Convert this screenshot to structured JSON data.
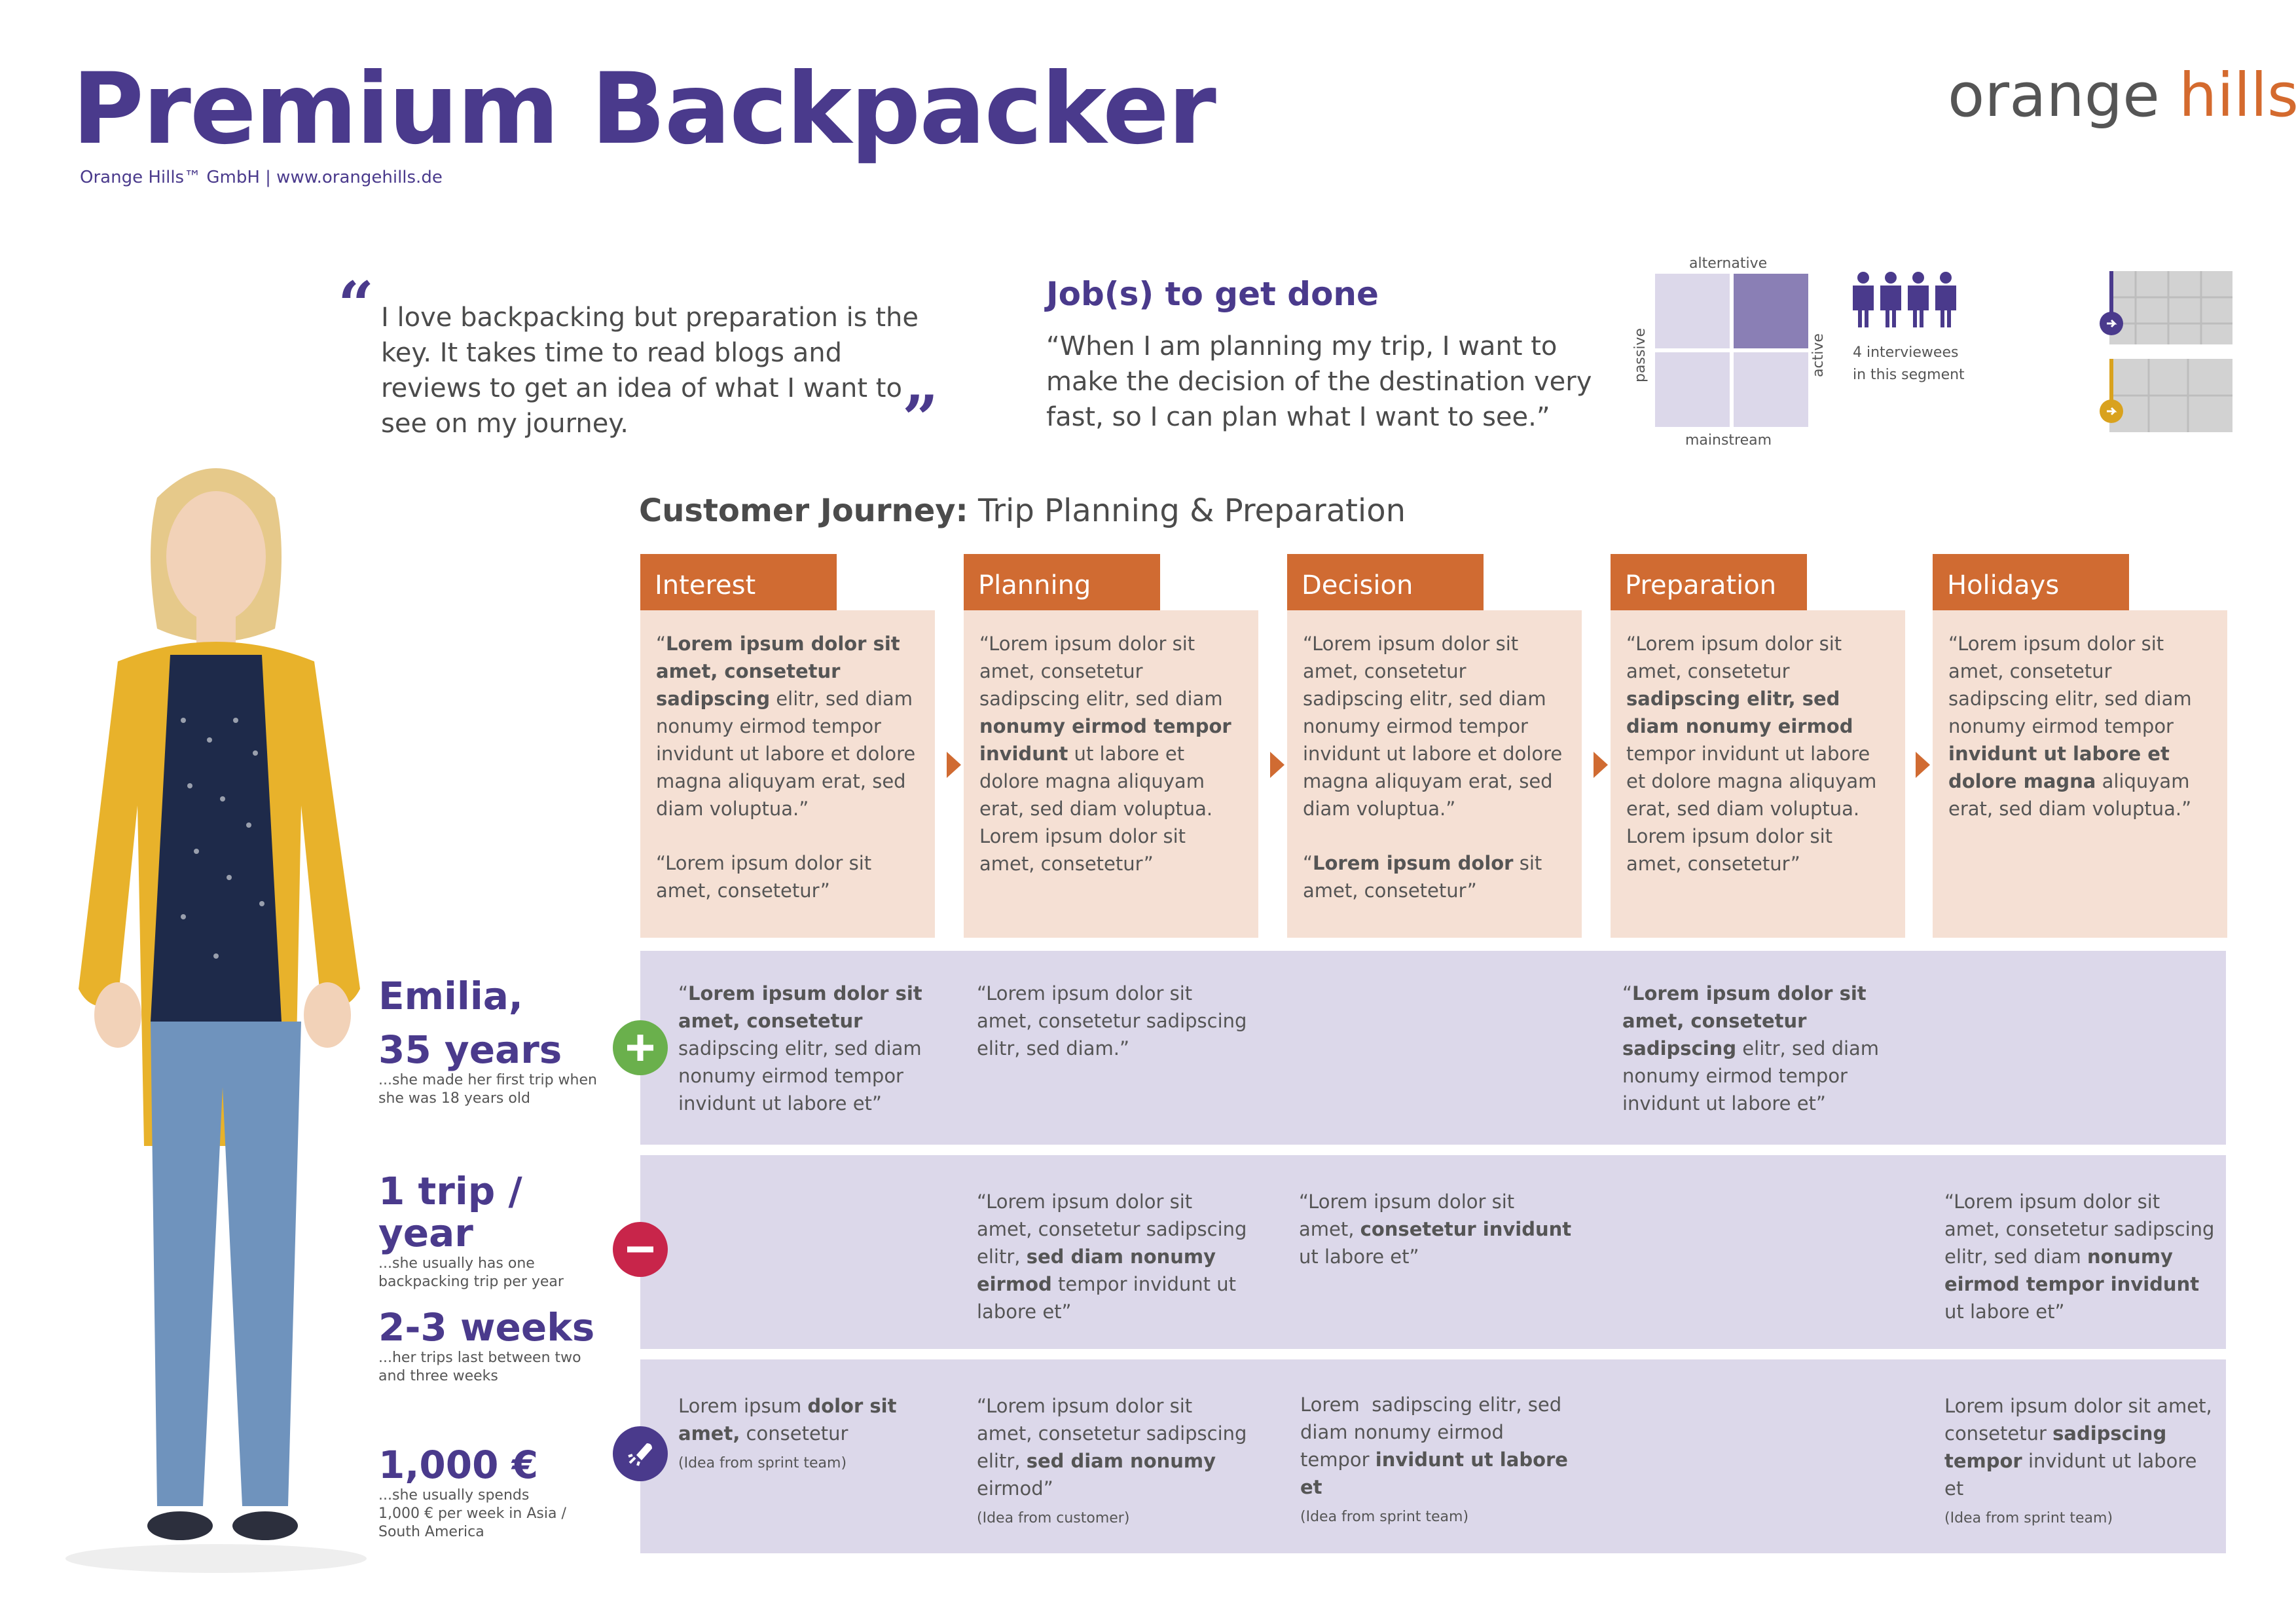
{
  "header": {
    "title": "Premium Backpacker",
    "subtitle": "Orange Hills™ GmbH | www.orangehills.de",
    "logo_part1": "orange",
    "logo_part2": "hills"
  },
  "quote": {
    "open_mark": "“",
    "close_mark": "”",
    "text": "I love backpacking but preparation is the key. It takes time to read blogs and reviews to get an idea of what I want to see on my journey."
  },
  "jobs": {
    "title": "Job(s) to get done",
    "text": "“When I am planning my trip, I want to make the decision of the destination very fast, so I can plan what I want to see.”"
  },
  "matrix": {
    "top": "alternative",
    "bottom": "mainstream",
    "left": "passive",
    "right": "active",
    "highlighted_quadrant": "top-right"
  },
  "interviewees": {
    "line1": "4 interviewees",
    "line2": "in this segment"
  },
  "persona": {
    "name": "Emilia,",
    "age": "35 years",
    "age_note": "...she made her first trip when she was 18 years old",
    "trips": "1 trip / year",
    "trips_note": "...she usually has one backpacking trip per year",
    "duration": "2-3 weeks",
    "duration_note": "...her trips last between two and three weeks",
    "budget": "1,000 €",
    "budget_note": "...she usually spends 1,000 € per week in Asia / South America"
  },
  "journey": {
    "title_bold": "Customer Journey:",
    "title_rest": " Trip Planning & Preparation",
    "stages": [
      {
        "label": "Interest"
      },
      {
        "label": "Planning"
      },
      {
        "label": "Decision"
      },
      {
        "label": "Preparation"
      },
      {
        "label": "Holidays"
      }
    ]
  },
  "colors": {
    "purple": "#4a3a8c",
    "orange": "#d06b32",
    "stage_bg": "#f5e0d4",
    "band_bg": "#dcd8ea",
    "plus_green": "#6ab04c",
    "minus_red": "#c8254a",
    "idea_purple": "#4a3a8c"
  },
  "icons": {
    "plus": "plus-icon",
    "minus": "minus-icon",
    "idea": "rocket-icon",
    "people": "people-icon"
  }
}
